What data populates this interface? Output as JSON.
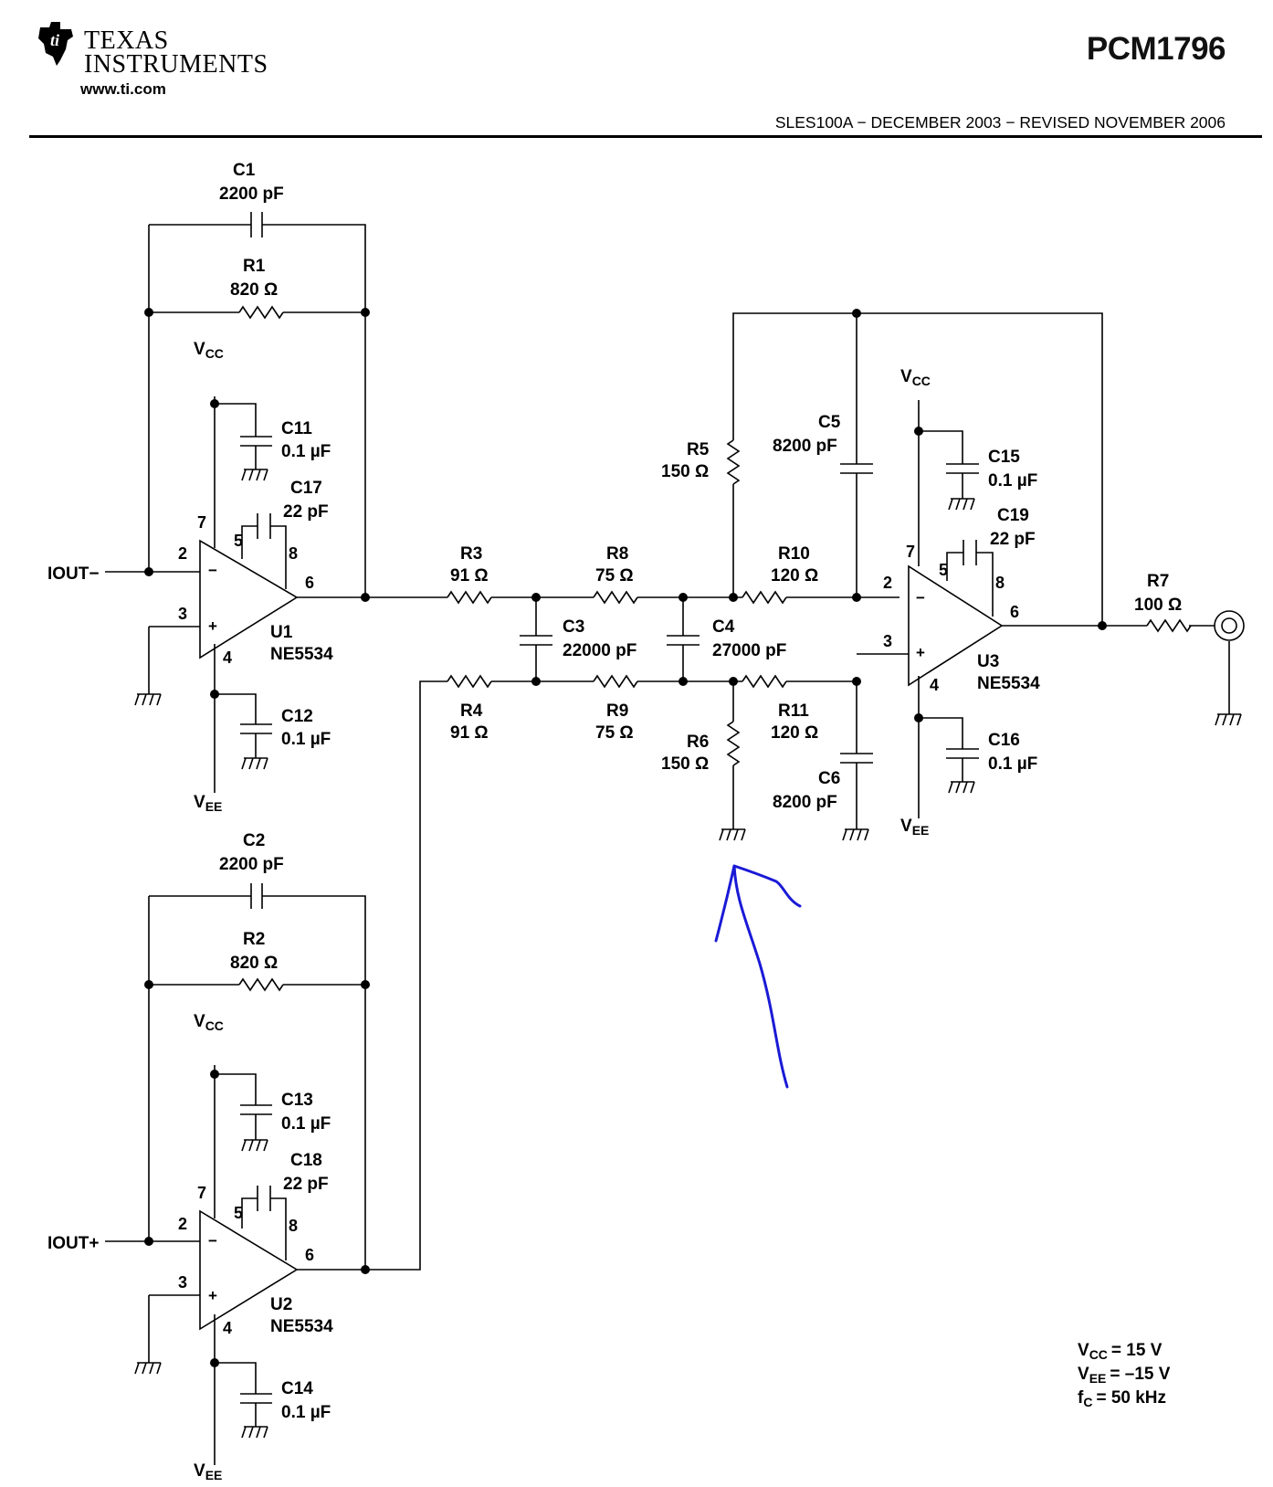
{
  "header": {
    "brand_line1": "TEXAS",
    "brand_line2": "INSTRUMENTS",
    "url": "www.ti.com",
    "part_number": "PCM1796",
    "document_line": "SLES100A − DECEMBER 2003 − REVISED NOVEMBER 2006"
  },
  "inputs": {
    "iout_minus": "IOUT−",
    "iout_plus": "IOUT+"
  },
  "supply": {
    "vcc": "VCC",
    "vee": "VEE",
    "vcc_sub": "CC",
    "vee_sub": "EE",
    "v": "V"
  },
  "opamps": [
    {
      "name": "U1",
      "part": "NE5534"
    },
    {
      "name": "U2",
      "part": "NE5534"
    },
    {
      "name": "U3",
      "part": "NE5534"
    }
  ],
  "resistors": [
    {
      "ref": "R1",
      "value": "820 Ω"
    },
    {
      "ref": "R2",
      "value": "820 Ω"
    },
    {
      "ref": "R3",
      "value": "91 Ω"
    },
    {
      "ref": "R4",
      "value": "91 Ω"
    },
    {
      "ref": "R5",
      "value": "150 Ω"
    },
    {
      "ref": "R6",
      "value": "150 Ω"
    },
    {
      "ref": "R7",
      "value": "100 Ω"
    },
    {
      "ref": "R8",
      "value": "75 Ω"
    },
    {
      "ref": "R9",
      "value": "75 Ω"
    },
    {
      "ref": "R10",
      "value": "120 Ω"
    },
    {
      "ref": "R11",
      "value": "120 Ω"
    }
  ],
  "capacitors": [
    {
      "ref": "C1",
      "value": "2200 pF"
    },
    {
      "ref": "C2",
      "value": "2200 pF"
    },
    {
      "ref": "C3",
      "value": "22000 pF"
    },
    {
      "ref": "C4",
      "value": "27000 pF"
    },
    {
      "ref": "C5",
      "value": "8200 pF"
    },
    {
      "ref": "C6",
      "value": "8200 pF"
    },
    {
      "ref": "C11",
      "value": "0.1 µF"
    },
    {
      "ref": "C12",
      "value": "0.1 µF"
    },
    {
      "ref": "C13",
      "value": "0.1 µF"
    },
    {
      "ref": "C14",
      "value": "0.1 µF"
    },
    {
      "ref": "C15",
      "value": "0.1 µF"
    },
    {
      "ref": "C16",
      "value": "0.1 µF"
    },
    {
      "ref": "C17",
      "value": "22 pF"
    },
    {
      "ref": "C18",
      "value": "22 pF"
    },
    {
      "ref": "C19",
      "value": "22 pF"
    }
  ],
  "notes": {
    "vcc_value": "= 15 V",
    "vee_value": "= –15 V",
    "fc_label": "f",
    "fc_sub": "C",
    "fc_value": "= 50 kHz"
  },
  "pins": [
    "2",
    "3",
    "4",
    "5",
    "6",
    "7",
    "8"
  ],
  "annotation": {
    "ink_color": "#1a1ad6"
  }
}
